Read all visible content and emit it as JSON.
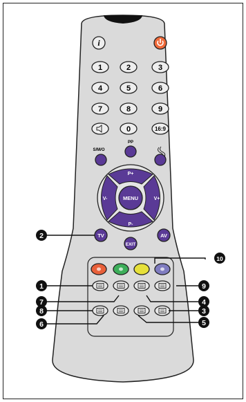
{
  "remote": {
    "info_icon": "i",
    "power_icon": "power-icon",
    "digits": [
      "1",
      "2",
      "3",
      "4",
      "5",
      "6",
      "7",
      "8",
      "9",
      "0"
    ],
    "mute_icon": "speaker-icon",
    "aspect_label": "16:9",
    "smo_label": "S/M/O",
    "pp_label": "PP",
    "sound_icon": "sound-icon",
    "menu_label": "MENU",
    "p_plus_label": "P+",
    "p_minus_label": "P-",
    "v_minus_label": "V-",
    "v_plus_label": "V+",
    "tv_label": "TV",
    "av_label": "AV",
    "exit_label": "EXIT",
    "colors": {
      "red": "#e8603a",
      "green": "#3dae5a",
      "yellow": "#e6e03a",
      "blue": "#7f7cc0",
      "purple": "#5a3a96",
      "orange": "#ef6a3a"
    }
  },
  "callouts": [
    "1",
    "2",
    "3",
    "4",
    "5",
    "6",
    "7",
    "8",
    "9",
    "10"
  ]
}
